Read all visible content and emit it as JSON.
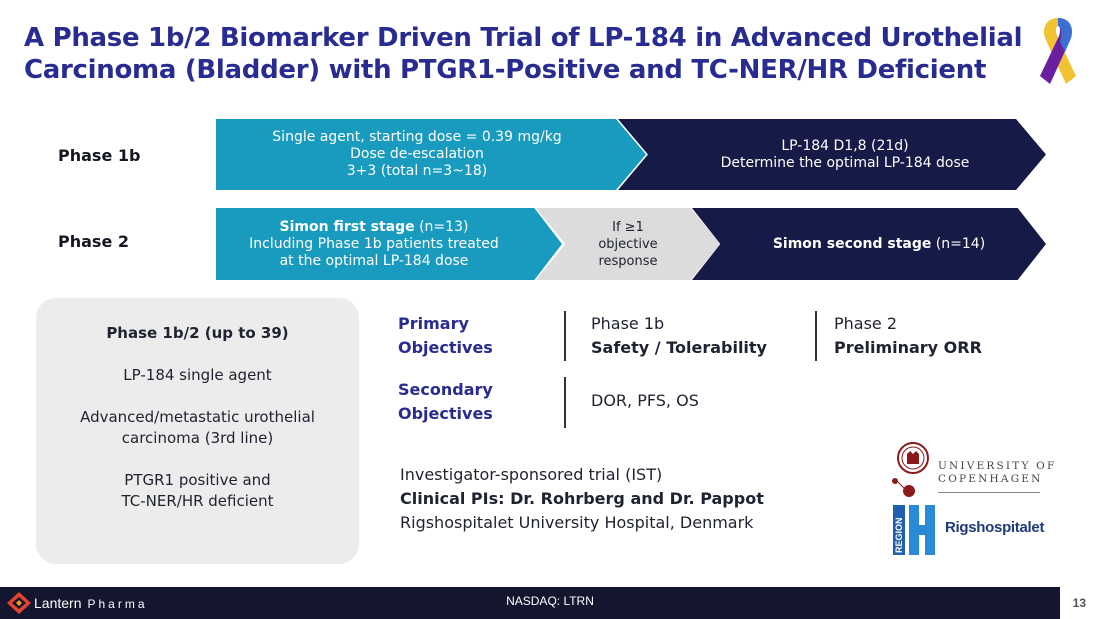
{
  "title": {
    "line1": "A Phase 1b/2 Biomarker Driven Trial of LP-184 in Advanced Urothelial",
    "line2": "Carcinoma (Bladder) with PTGR1-Positive and TC-NER/HR Deficient"
  },
  "phases": {
    "phase1b_label": "Phase 1b",
    "phase2_label": "Phase 2",
    "p1b_step1": [
      "Single agent, starting dose = 0.39 mg/kg",
      "Dose de-escalation",
      "3+3 (total n=3~18)"
    ],
    "p1b_step2": [
      "LP-184 D1,8 (21d)",
      "Determine the optimal LP-184 dose"
    ],
    "p2_step1": {
      "bold": "Simon first stage",
      "rest": " (n=13)",
      "line2": "Including Phase 1b patients treated",
      "line3": "at the optimal LP-184 dose"
    },
    "p2_step2": [
      "If ≥1",
      "objective",
      "response"
    ],
    "p2_step3": {
      "bold": "Simon second stage",
      "rest": " (n=14)"
    }
  },
  "summary_box": {
    "title": "Phase 1b/2 (up to 39)",
    "item1": "LP-184 single agent",
    "item2_line1": "Advanced/metastatic urothelial",
    "item2_line2": "carcinoma (3rd line)",
    "item3_line1": "PTGR1 positive and",
    "item3_line2": "TC-NER/HR deficient"
  },
  "objectives": {
    "primary_label": [
      "Primary",
      "Objectives"
    ],
    "phase1b": "Phase 1b",
    "phase1b_value": "Safety / Tolerability",
    "phase2": "Phase 2",
    "phase2_value": "Preliminary ORR",
    "secondary_label": [
      "Secondary",
      "Objectives"
    ],
    "secondary_value": "DOR, PFS, OS"
  },
  "trial_info": {
    "line1": "Investigator-sponsored trial (IST)",
    "line2": "Clinical PIs: Dr. Rohrberg and Dr. Pappot",
    "line3": "Rigshospitalet University Hospital, Denmark"
  },
  "logos": {
    "ucph_line1": "UNIVERSITY OF",
    "ucph_line2": "COPENHAGEN",
    "region_text": "REGION",
    "rigs_text": "Rigshospitalet"
  },
  "footer": {
    "brand": "Lantern",
    "brand_suffix": "Pharma",
    "ticker": "NASDAQ: LTRN",
    "page": "13"
  },
  "colors": {
    "title": "#282b8f",
    "teal": "#199bbf",
    "navy": "#161a46",
    "grey": "#dcdcdc",
    "footer": "#13162e"
  }
}
